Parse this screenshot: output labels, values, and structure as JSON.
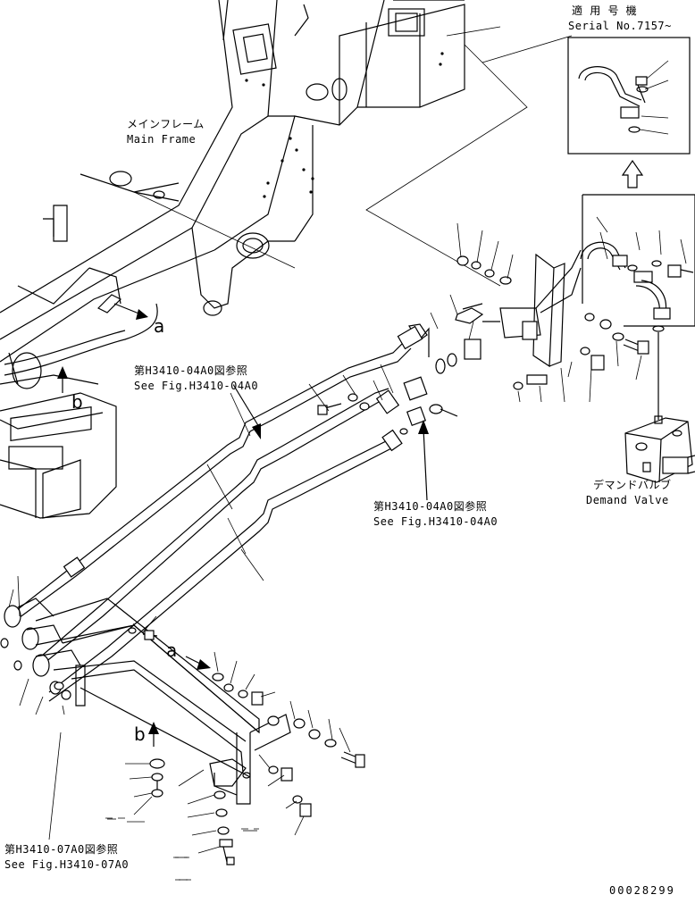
{
  "labels": {
    "serial_jp": "適 用 号 機",
    "serial_en": "Serial No.7157~",
    "main_frame_jp": "メインフレーム",
    "main_frame_en": "Main Frame",
    "ref1_jp": "第H3410-04A0図参照",
    "ref1_en": "See Fig.H3410-04A0",
    "ref2_jp": "第H3410-04A0図参照",
    "ref2_en": "See Fig.H3410-04A0",
    "ref3_jp": "第H3410-07A0図参照",
    "ref3_en": "See Fig.H3410-07A0",
    "demand_jp": "デマンドバルブ",
    "demand_en": "Demand Valve",
    "mark_a1": "a",
    "mark_b1": "b",
    "mark_a2": "a",
    "mark_b2": "b",
    "drawing_number": "00028299"
  }
}
